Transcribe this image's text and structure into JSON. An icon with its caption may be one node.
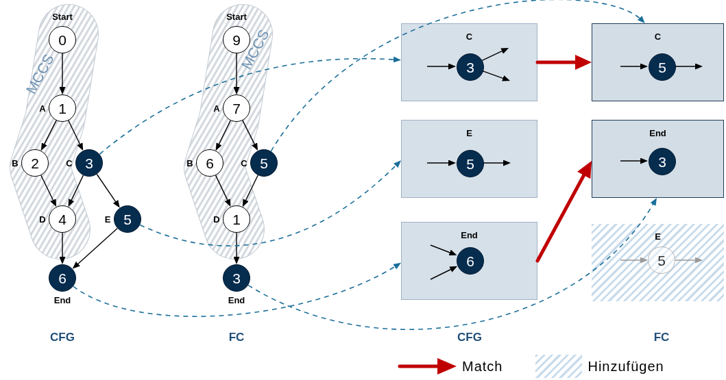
{
  "diagram": {
    "nodes": [
      {
        "text": [
          "MCCS"
        ]
      },
      {
        "text": [
          "0"
        ],
        "beside": [
          "Start"
        ],
        "in": 0
      },
      {
        "text": [
          "1"
        ],
        "beside": [
          "A"
        ],
        "in": 0
      },
      {
        "text": [
          "2"
        ],
        "beside": [
          "B"
        ],
        "in": 0
      },
      {
        "text": [
          "3"
        ],
        "beside": [
          "C"
        ]
      },
      {
        "text": [
          "4"
        ],
        "beside": [
          "D"
        ],
        "in": 0
      },
      {
        "text": [
          "5"
        ],
        "beside": [
          "E"
        ]
      },
      {
        "text": [
          "6"
        ],
        "beside": [
          "End"
        ]
      },
      {
        "text": [
          "MCCS"
        ]
      },
      {
        "text": [
          "9"
        ],
        "beside": [
          "Start"
        ],
        "in": 8
      },
      {
        "text": [
          "7"
        ],
        "beside": [
          "A"
        ],
        "in": 8
      },
      {
        "text": [
          "6"
        ],
        "beside": [
          "B"
        ],
        "in": 8
      },
      {
        "text": [
          "5"
        ],
        "beside": [
          "C"
        ]
      },
      {
        "text": [
          "1"
        ],
        "beside": [
          "D"
        ],
        "in": 8
      },
      {
        "text": [
          "3"
        ],
        "beside": [
          "End"
        ]
      },
      {
        "text": [
          "C"
        ]
      },
      {
        "text": [
          "3"
        ],
        "in": 15
      },
      {
        "text": [
          "E"
        ]
      },
      {
        "text": [
          "5"
        ],
        "in": 17
      },
      {
        "text": [
          "End"
        ]
      },
      {
        "text": [
          "6"
        ],
        "in": 19
      },
      {
        "text": [
          "C"
        ]
      },
      {
        "text": [
          "5"
        ],
        "in": 21
      },
      {
        "text": [
          "End"
        ]
      },
      {
        "text": [
          "3"
        ],
        "in": 23
      },
      {
        "text": [
          "E"
        ]
      },
      {
        "text": [
          "5"
        ],
        "in": 25
      }
    ],
    "edges": [
      {
        "from": 1,
        "to": 2,
        "arrow": "to"
      },
      {
        "from": 2,
        "to": 3,
        "arrow": "to"
      },
      {
        "from": 2,
        "to": 4,
        "arrow": "to"
      },
      {
        "from": 3,
        "to": 5,
        "arrow": "to"
      },
      {
        "from": 4,
        "to": 5,
        "arrow": "to"
      },
      {
        "from": 4,
        "to": 6,
        "arrow": "to"
      },
      {
        "from": 5,
        "to": 7,
        "arrow": "to"
      },
      {
        "from": 6,
        "to": 7,
        "arrow": "to"
      },
      {
        "from": 9,
        "to": 10,
        "arrow": "to"
      },
      {
        "from": 10,
        "to": 11,
        "arrow": "to"
      },
      {
        "from": 10,
        "to": 12,
        "arrow": "to"
      },
      {
        "from": 11,
        "to": 13,
        "arrow": "to"
      },
      {
        "from": 12,
        "to": 13,
        "arrow": "to"
      },
      {
        "from": 13,
        "to": 14,
        "arrow": "to"
      },
      {
        "from": 4,
        "to": 15,
        "arrow": "to",
        "style": "dashed",
        "color": "#1a6e9a"
      },
      {
        "from": 6,
        "to": 17,
        "arrow": "to",
        "style": "dashed",
        "color": "#1a6e9a"
      },
      {
        "from": 7,
        "to": 19,
        "arrow": "to",
        "style": "dashed",
        "color": "#1a6e9a"
      },
      {
        "from": 12,
        "to": 21,
        "arrow": "to",
        "style": "dashed",
        "color": "#1a6e9a"
      },
      {
        "from": 14,
        "to": 23,
        "arrow": "to",
        "style": "dashed",
        "color": "#1a6e9a"
      },
      {
        "from": 15,
        "to": 21,
        "arrow": "to",
        "style": "thick",
        "color": "#c00000"
      },
      {
        "from": 19,
        "to": 23,
        "arrow": "to",
        "style": "thick",
        "color": "#c00000"
      },
      {
        "from": null,
        "to": 16,
        "arrow": "to"
      },
      {
        "from": 16,
        "to": null,
        "arrow": "to"
      },
      {
        "from": 16,
        "to": null,
        "arrow": "to"
      },
      {
        "from": null,
        "to": 18,
        "arrow": "to"
      },
      {
        "from": 18,
        "to": null,
        "arrow": "to"
      },
      {
        "from": null,
        "to": 20,
        "arrow": "to"
      },
      {
        "from": null,
        "to": 20,
        "arrow": "to"
      },
      {
        "from": null,
        "to": 22,
        "arrow": "to"
      },
      {
        "from": 22,
        "to": null,
        "arrow": "to"
      },
      {
        "from": null,
        "to": 24,
        "arrow": "to"
      },
      {
        "from": null,
        "to": 26,
        "arrow": "to",
        "color": "#9a9a9a"
      },
      {
        "from": 26,
        "to": null,
        "arrow": "to",
        "color": "#9a9a9a"
      }
    ],
    "labels": [
      "CFG",
      "FC",
      "CFG",
      "FC"
    ],
    "legend": [
      {
        "text": "Match"
      },
      {
        "text": "Hinzufügen"
      }
    ]
  }
}
